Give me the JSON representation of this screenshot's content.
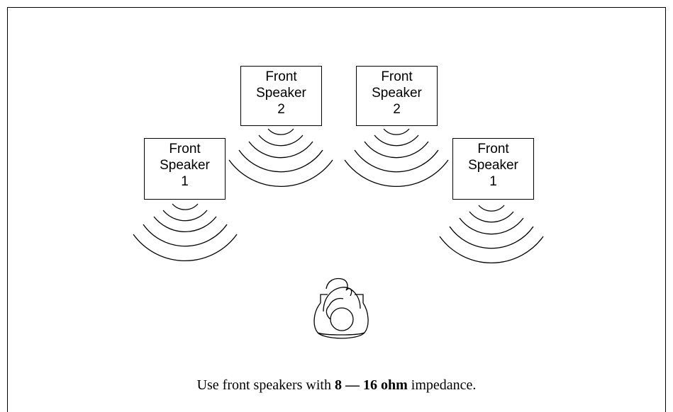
{
  "speakers": [
    {
      "line1": "Front",
      "line2": "Speaker",
      "line3": "1"
    },
    {
      "line1": "Front",
      "line2": "Speaker",
      "line3": "2"
    },
    {
      "line1": "Front",
      "line2": "Speaker",
      "line3": "2"
    },
    {
      "line1": "Front",
      "line2": "Speaker",
      "line3": "1"
    }
  ],
  "caption": {
    "prefix": "Use front speakers with ",
    "bold": "8 — 16 ohm",
    "suffix": " impedance."
  },
  "icons": {
    "waves": "sound-waves-icon",
    "listener": "listener-icon"
  }
}
